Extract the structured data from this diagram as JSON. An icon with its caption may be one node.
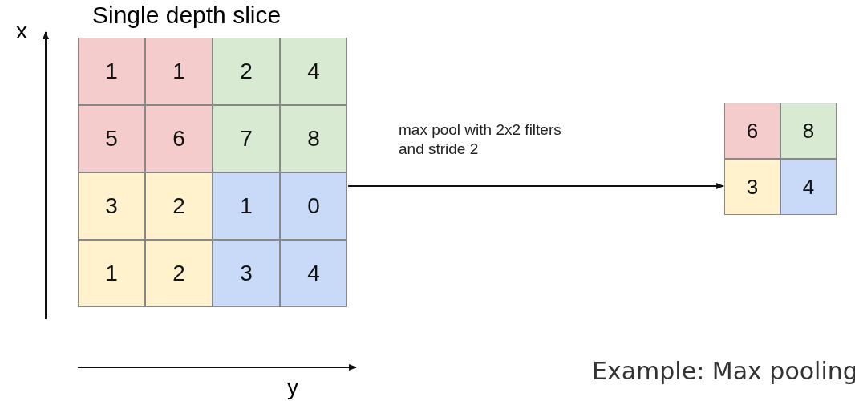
{
  "diagram": {
    "title": "Single depth slice",
    "caption": "Example: Max pooling",
    "nodes": [
      {
        "text": [],
        "shape": "box"
      },
      {
        "text": [],
        "shape": "box"
      }
    ],
    "edges": [
      {
        "from": 0,
        "to": 1,
        "arrow": "to",
        "label": "max pool with 2x2 filters and stride 2"
      }
    ],
    "labels": [
      "x",
      "1",
      "1",
      "2",
      "4",
      "5",
      "6",
      "7",
      "8",
      "3",
      "2",
      "1",
      "0",
      "1",
      "2",
      "3",
      "4",
      "6",
      "8",
      "3",
      "4",
      "y"
    ]
  }
}
